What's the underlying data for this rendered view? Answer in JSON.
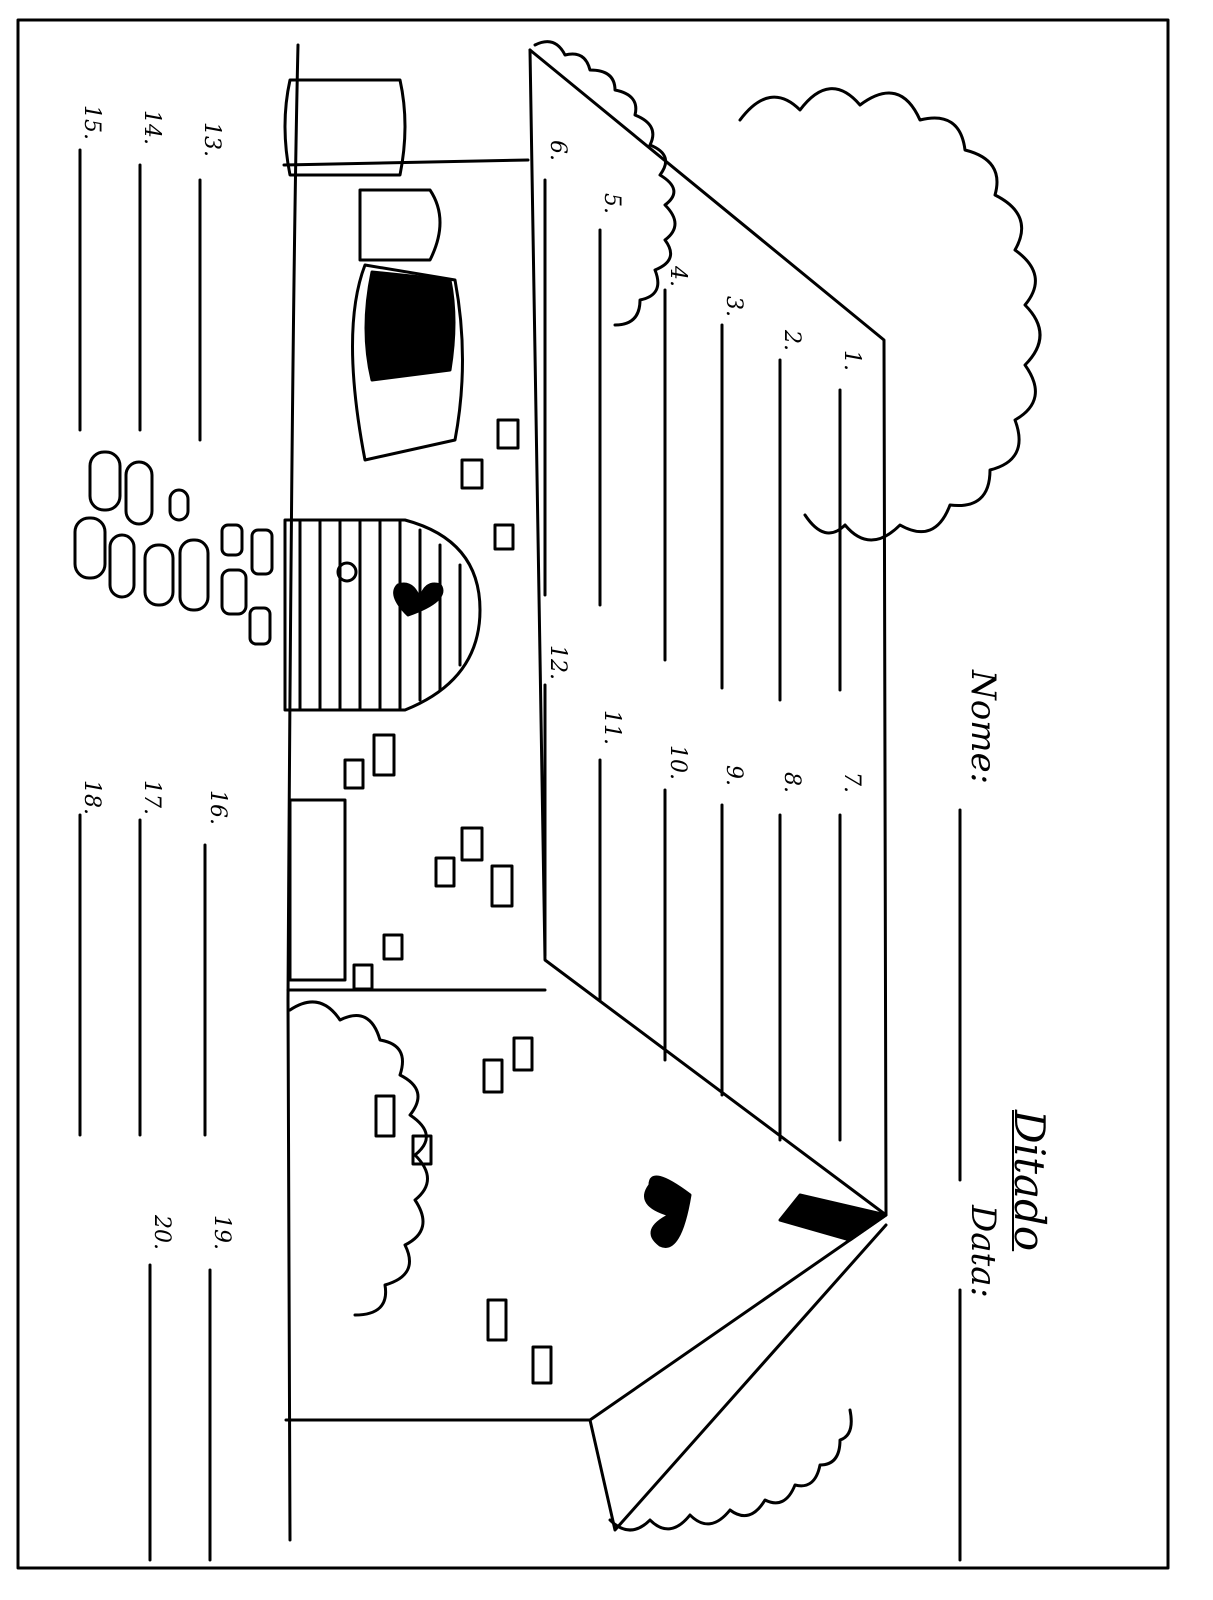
{
  "worksheet": {
    "title": "Ditado",
    "name_label": "Nome:",
    "date_label": "Data:",
    "item_numbers": [
      "1.",
      "2.",
      "3.",
      "4.",
      "5.",
      "6.",
      "7.",
      "8.",
      "9.",
      "10.",
      "11.",
      "12.",
      "13.",
      "14.",
      "15.",
      "16.",
      "17.",
      "18.",
      "19.",
      "20."
    ]
  },
  "colors": {
    "ink": "#000000",
    "paper": "#ffffff"
  }
}
